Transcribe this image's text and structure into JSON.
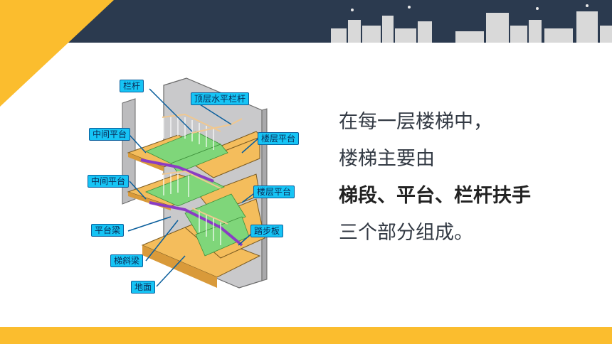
{
  "labels": {
    "railing": "栏杆",
    "top_rail": "顶层水平栏杆",
    "mid_landing_1": "中间平台",
    "floor_landing_1": "楼层平台",
    "mid_landing_2": "中间平台",
    "floor_landing_2": "楼层平台",
    "landing_beam": "平台梁",
    "tread": "踏步板",
    "stair_beam": "梯斜梁",
    "ground": "地面"
  },
  "text": {
    "line1": "在每一层楼梯中，",
    "line2": "楼梯主要由",
    "line3": "梯段、平台、栏杆扶手",
    "line4": "三个部分组成。"
  },
  "colors": {
    "header": "#2b3a4f",
    "accent": "#fbbd2e",
    "label_bg": "#16c4f5"
  }
}
